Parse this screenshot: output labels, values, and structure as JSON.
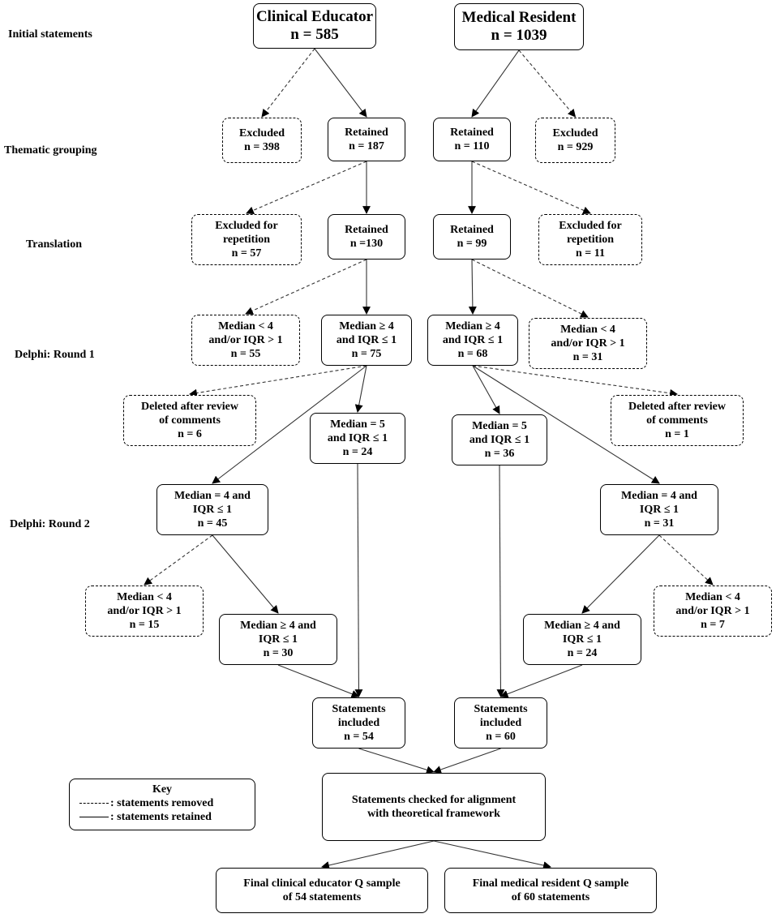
{
  "stages": [
    {
      "id": "initial",
      "label": "Initial statements"
    },
    {
      "id": "thematic",
      "label": "Thematic grouping"
    },
    {
      "id": "translation",
      "label": "Translation"
    },
    {
      "id": "delphi1",
      "label": "Delphi: Round 1"
    },
    {
      "id": "delphi2",
      "label": "Delphi: Round 2"
    }
  ],
  "nodes": [
    {
      "id": "ce_start",
      "lines": [
        "Clinical Educator",
        "n = 585"
      ],
      "style": "solid",
      "size": "big"
    },
    {
      "id": "mr_start",
      "lines": [
        "Medical Resident",
        "n = 1039"
      ],
      "style": "solid",
      "size": "big"
    },
    {
      "id": "ce_excl1",
      "lines": [
        "Excluded",
        "n = 398"
      ],
      "style": "dashed"
    },
    {
      "id": "ce_ret1",
      "lines": [
        "Retained",
        "n = 187"
      ],
      "style": "solid"
    },
    {
      "id": "mr_ret1",
      "lines": [
        "Retained",
        "n = 110"
      ],
      "style": "solid"
    },
    {
      "id": "mr_excl1",
      "lines": [
        "Excluded",
        "n = 929"
      ],
      "style": "dashed"
    },
    {
      "id": "ce_excl2",
      "lines": [
        "Excluded for",
        "repetition",
        "n = 57"
      ],
      "style": "dashed"
    },
    {
      "id": "ce_ret2",
      "lines": [
        "Retained",
        "n =130"
      ],
      "style": "solid"
    },
    {
      "id": "mr_ret2",
      "lines": [
        "Retained",
        "n = 99"
      ],
      "style": "solid"
    },
    {
      "id": "mr_excl2",
      "lines": [
        "Excluded for",
        "repetition",
        "n = 11"
      ],
      "style": "dashed"
    },
    {
      "id": "ce_d1_out",
      "lines": [
        "Median < 4",
        "and/or IQR > 1",
        "n = 55"
      ],
      "style": "dashed"
    },
    {
      "id": "ce_d1_in",
      "lines": [
        "Median ≥ 4",
        "and IQR ≤ 1",
        "n = 75"
      ],
      "style": "solid"
    },
    {
      "id": "mr_d1_in",
      "lines": [
        "Median ≥ 4",
        "and IQR ≤ 1",
        "n = 68"
      ],
      "style": "solid"
    },
    {
      "id": "mr_d1_out",
      "lines": [
        "Median < 4",
        "and/or IQR > 1",
        "n = 31"
      ],
      "style": "dashed"
    },
    {
      "id": "ce_del",
      "lines": [
        "Deleted after review",
        "of comments",
        "n = 6"
      ],
      "style": "dashed"
    },
    {
      "id": "ce_m5",
      "lines": [
        "Median =  5",
        "and IQR ≤ 1",
        "n = 24"
      ],
      "style": "solid"
    },
    {
      "id": "mr_m5",
      "lines": [
        "Median = 5",
        "and IQR ≤ 1",
        "n = 36"
      ],
      "style": "solid"
    },
    {
      "id": "mr_del",
      "lines": [
        "Deleted after review",
        "of comments",
        "n = 1"
      ],
      "style": "dashed"
    },
    {
      "id": "ce_m4",
      "lines": [
        "Median = 4 and",
        "IQR ≤ 1",
        "n = 45"
      ],
      "style": "solid"
    },
    {
      "id": "mr_m4",
      "lines": [
        "Median = 4 and",
        "IQR ≤ 1",
        "n = 31"
      ],
      "style": "solid"
    },
    {
      "id": "ce_d2_out",
      "lines": [
        "Median < 4",
        "and/or IQR > 1",
        "n = 15"
      ],
      "style": "dashed"
    },
    {
      "id": "ce_d2_in",
      "lines": [
        "Median  ≥ 4 and",
        "IQR ≤ 1",
        "n = 30"
      ],
      "style": "solid"
    },
    {
      "id": "mr_d2_in",
      "lines": [
        "Median  ≥ 4 and",
        "IQR ≤ 1",
        "n = 24"
      ],
      "style": "solid"
    },
    {
      "id": "mr_d2_out",
      "lines": [
        "Median < 4",
        "and/or IQR > 1",
        "n = 7"
      ],
      "style": "dashed"
    },
    {
      "id": "ce_incl",
      "lines": [
        "Statements",
        "included",
        "n = 54"
      ],
      "style": "solid"
    },
    {
      "id": "mr_incl",
      "lines": [
        "Statements",
        "included",
        "n = 60"
      ],
      "style": "solid"
    },
    {
      "id": "check",
      "lines": [
        "Statements checked for alignment",
        "with theoretical framework"
      ],
      "style": "solid"
    },
    {
      "id": "ce_final",
      "lines": [
        "Final clinical educator Q sample",
        "of 54 statements"
      ],
      "style": "solid"
    },
    {
      "id": "mr_final",
      "lines": [
        "Final medical resident Q sample",
        "of 60 statements"
      ],
      "style": "solid"
    }
  ],
  "edges": [
    {
      "from": "ce_start",
      "to": "ce_excl1",
      "style": "dashed"
    },
    {
      "from": "ce_start",
      "to": "ce_ret1",
      "style": "solid"
    },
    {
      "from": "mr_start",
      "to": "mr_ret1",
      "style": "solid"
    },
    {
      "from": "mr_start",
      "to": "mr_excl1",
      "style": "dashed"
    },
    {
      "from": "ce_ret1",
      "to": "ce_excl2",
      "style": "dashed"
    },
    {
      "from": "ce_ret1",
      "to": "ce_ret2",
      "style": "solid"
    },
    {
      "from": "mr_ret1",
      "to": "mr_ret2",
      "style": "solid"
    },
    {
      "from": "mr_ret1",
      "to": "mr_excl2",
      "style": "dashed"
    },
    {
      "from": "ce_ret2",
      "to": "ce_d1_out",
      "style": "dashed"
    },
    {
      "from": "ce_ret2",
      "to": "ce_d1_in",
      "style": "solid"
    },
    {
      "from": "mr_ret2",
      "to": "mr_d1_in",
      "style": "solid"
    },
    {
      "from": "mr_ret2",
      "to": "mr_d1_out",
      "style": "dashed"
    },
    {
      "from": "ce_d1_in",
      "to": "ce_del",
      "style": "dashed"
    },
    {
      "from": "ce_d1_in",
      "to": "ce_m5",
      "style": "solid"
    },
    {
      "from": "ce_d1_in",
      "to": "ce_m4",
      "style": "solid"
    },
    {
      "from": "mr_d1_in",
      "to": "mr_m5",
      "style": "solid"
    },
    {
      "from": "mr_d1_in",
      "to": "mr_del",
      "style": "dashed"
    },
    {
      "from": "mr_d1_in",
      "to": "mr_m4",
      "style": "solid"
    },
    {
      "from": "ce_m4",
      "to": "ce_d2_out",
      "style": "dashed"
    },
    {
      "from": "ce_m4",
      "to": "ce_d2_in",
      "style": "solid"
    },
    {
      "from": "mr_m4",
      "to": "mr_d2_in",
      "style": "solid"
    },
    {
      "from": "mr_m4",
      "to": "mr_d2_out",
      "style": "dashed"
    },
    {
      "from": "ce_m5",
      "to": "ce_incl",
      "style": "solid"
    },
    {
      "from": "ce_d2_in",
      "to": "ce_incl",
      "style": "solid"
    },
    {
      "from": "mr_m5",
      "to": "mr_incl",
      "style": "solid"
    },
    {
      "from": "mr_d2_in",
      "to": "mr_incl",
      "style": "solid"
    },
    {
      "from": "ce_incl",
      "to": "check",
      "style": "solid"
    },
    {
      "from": "mr_incl",
      "to": "check",
      "style": "solid"
    },
    {
      "from": "check",
      "to": "ce_final",
      "style": "solid"
    },
    {
      "from": "check",
      "to": "mr_final",
      "style": "solid"
    }
  ],
  "key": {
    "title": "Key",
    "removed": ": statements removed",
    "retained": ": statements retained"
  }
}
